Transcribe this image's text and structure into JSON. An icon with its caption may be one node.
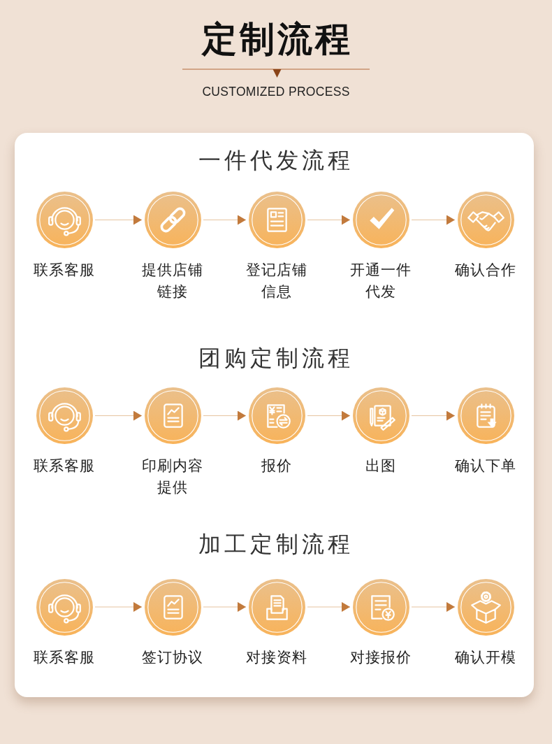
{
  "diagram": {
    "title": "定制流程",
    "nodes": [
      {
        "text": [
          "联系客服"
        ]
      },
      {
        "text": [
          "提供店铺链接"
        ]
      },
      {
        "text": [
          "登记店铺信息"
        ]
      },
      {
        "text": [
          "开通一件代发"
        ]
      },
      {
        "text": [
          "确认合作"
        ]
      },
      {
        "text": [
          "联系客服"
        ]
      },
      {
        "text": [
          "印刷内容提供"
        ]
      },
      {
        "text": [
          "报价"
        ]
      },
      {
        "text": [
          "出图"
        ]
      },
      {
        "text": [
          "确认下单"
        ]
      },
      {
        "text": [
          "联系客服"
        ]
      },
      {
        "text": [
          "签订协议"
        ]
      },
      {
        "text": [
          "对接资料"
        ]
      },
      {
        "text": [
          "对接报价"
        ]
      },
      {
        "text": [
          "确认开模"
        ]
      }
    ],
    "edges": [
      {
        "from": 0,
        "to": 1,
        "arrow": "to"
      },
      {
        "from": 1,
        "to": 2,
        "arrow": "to"
      },
      {
        "from": 2,
        "to": 3,
        "arrow": "to"
      },
      {
        "from": 3,
        "to": 4,
        "arrow": "to"
      },
      {
        "from": 5,
        "to": 6,
        "arrow": "to"
      },
      {
        "from": 6,
        "to": 7,
        "arrow": "to"
      },
      {
        "from": 7,
        "to": 8,
        "arrow": "to"
      },
      {
        "from": 8,
        "to": 9,
        "arrow": "to"
      },
      {
        "from": 10,
        "to": 11,
        "arrow": "to"
      },
      {
        "from": 11,
        "to": 12,
        "arrow": "to"
      },
      {
        "from": 12,
        "to": 13,
        "arrow": "to"
      },
      {
        "from": 13,
        "to": 14,
        "arrow": "to"
      }
    ],
    "labels": [
      "CUSTOMIZED PROCESS",
      "一件代发流程",
      "团购定制流程",
      "加工定制流程"
    ]
  }
}
